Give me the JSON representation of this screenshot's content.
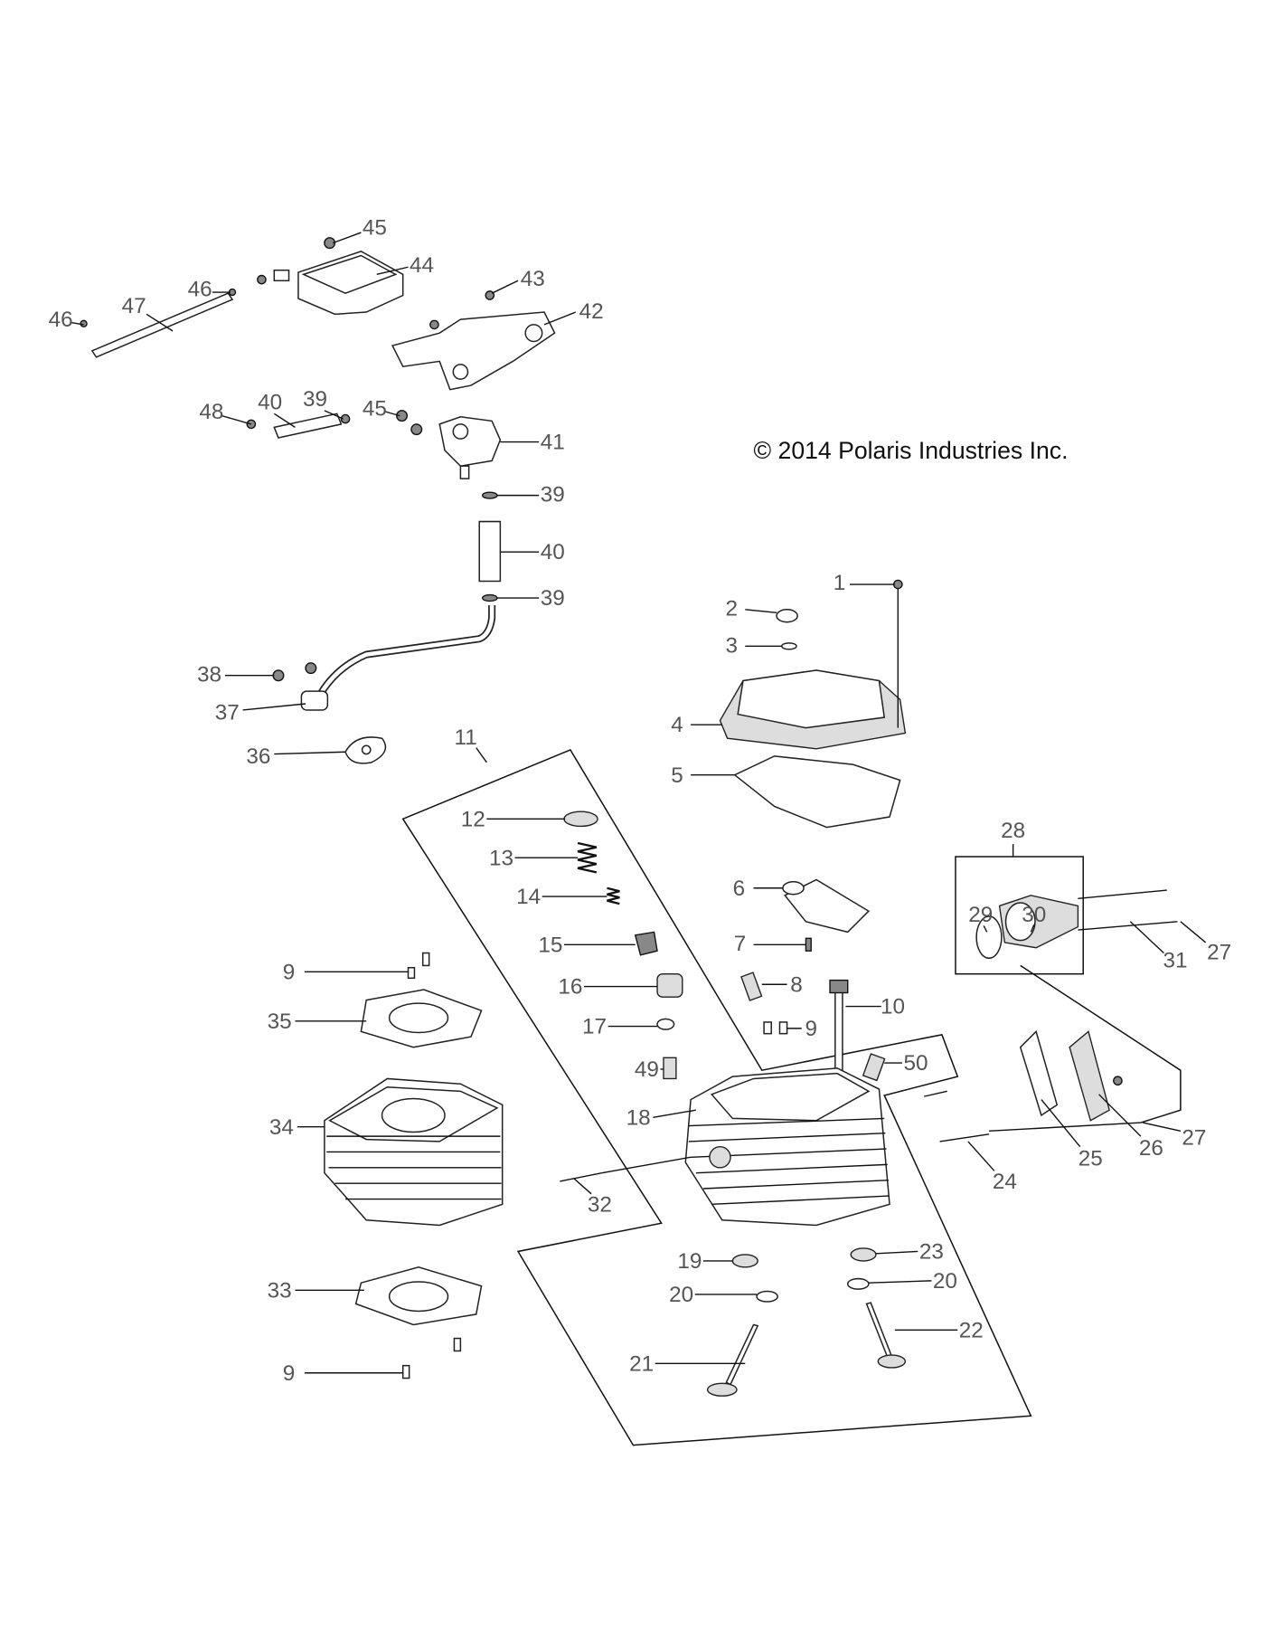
{
  "copyright": "© 2014 Polaris Industries Inc.",
  "callouts": [
    "45",
    "44",
    "43",
    "46",
    "47",
    "46",
    "42",
    "48",
    "40",
    "39",
    "45",
    "41",
    "39",
    "40",
    "39",
    "38",
    "37",
    "36",
    "1",
    "2",
    "3",
    "4",
    "5",
    "6",
    "7",
    "8",
    "9",
    "10",
    "11",
    "12",
    "13",
    "14",
    "15",
    "16",
    "17",
    "49",
    "50",
    "18",
    "28",
    "29",
    "30",
    "31",
    "27",
    "27",
    "26",
    "25",
    "24",
    "32",
    "34",
    "35",
    "9",
    "33",
    "9",
    "19",
    "23",
    "20",
    "20",
    "21",
    "22"
  ]
}
